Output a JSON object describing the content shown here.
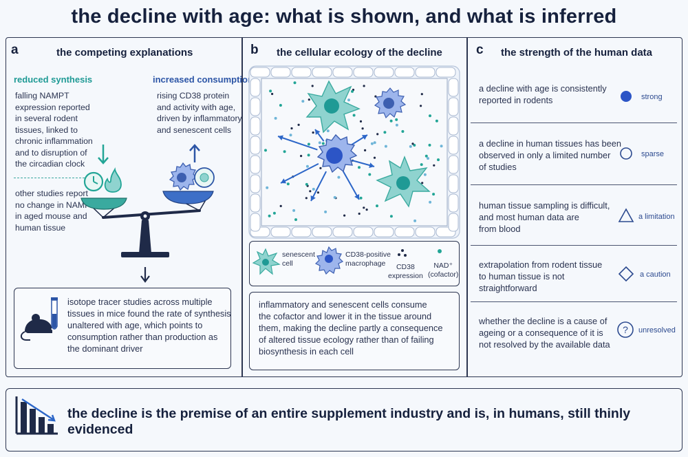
{
  "title": "the decline with age: what is shown, and what is inferred",
  "panel_a": {
    "letter": "a",
    "heading": "the competing explanations",
    "left_heading": "reduced synthesis",
    "left_lines": [
      "falling NAMPT",
      "expression reported",
      "in several rodent",
      "tissues, linked to",
      "chronic inflammation",
      "and to disruption of",
      "the circadian clock"
    ],
    "left_note_lines": [
      "other studies report",
      "no change in NAMPT",
      "in aged mouse and",
      "human tissue"
    ],
    "right_heading": "increased consumption",
    "right_lines": [
      "rising CD38 protein",
      "and activity with age,",
      "driven by inflammatory",
      "and senescent cells"
    ],
    "box_lines": [
      "isotope tracer studies across multiple",
      "tissues in mice found the rate of synthesis",
      "unaltered with age, which points to",
      "consumption rather than production as",
      "the dominant driver"
    ],
    "icons": [
      "clock-icon",
      "flame-icon",
      "macrophage-icon",
      "senescent-cell-icon",
      "balance-scale-icon",
      "mouse-icon",
      "test-tube-icon"
    ]
  },
  "panel_b": {
    "letter": "b",
    "heading": "the cellular ecology of the decline",
    "legend": {
      "senescent": [
        "senescent",
        "cell"
      ],
      "macrophage": [
        "CD38-positive",
        "macrophage"
      ],
      "cd38": [
        "CD38",
        "expression"
      ],
      "nad": [
        "NAD⁺",
        "(cofactor)"
      ]
    },
    "box_lines": [
      "inflammatory and senescent cells consume",
      "the cofactor and lower it in the tissue around",
      "them, making the decline partly a consequence",
      "of altered tissue ecology rather than of failing",
      "biosynthesis in each cell"
    ],
    "colors": {
      "teal": "#8fd3cf",
      "blue": "#5b7fd6",
      "navy": "#1f2a48"
    }
  },
  "panel_c": {
    "letter": "c",
    "heading": "the strength of the human data",
    "rows": [
      {
        "lines": [
          "a decline with age is consistently",
          "reported in rodents"
        ],
        "rating": "strong",
        "symbol": "filled-circle"
      },
      {
        "lines": [
          "a decline in human tissues has been",
          "observed in only a limited number",
          "of studies"
        ],
        "rating": "sparse",
        "symbol": "open-circle"
      },
      {
        "lines": [
          "human tissue sampling is difficult,",
          "and most human data are",
          "from blood"
        ],
        "rating": "a limitation",
        "symbol": "triangle"
      },
      {
        "lines": [
          "extrapolation from rodent tissue",
          "to human tissue is not",
          "straightforward"
        ],
        "rating": "a caution",
        "symbol": "diamond"
      },
      {
        "lines": [
          "whether the decline is a cause of",
          "ageing or a consequence of it is",
          "not resolved by the available data"
        ],
        "rating": "unresolved",
        "symbol": "question-circle"
      }
    ]
  },
  "bottom": {
    "text": "the decline is the premise of an entire supplement industry and is, in humans, still thinly evidenced",
    "icon": "declining-bar-chart-icon"
  }
}
